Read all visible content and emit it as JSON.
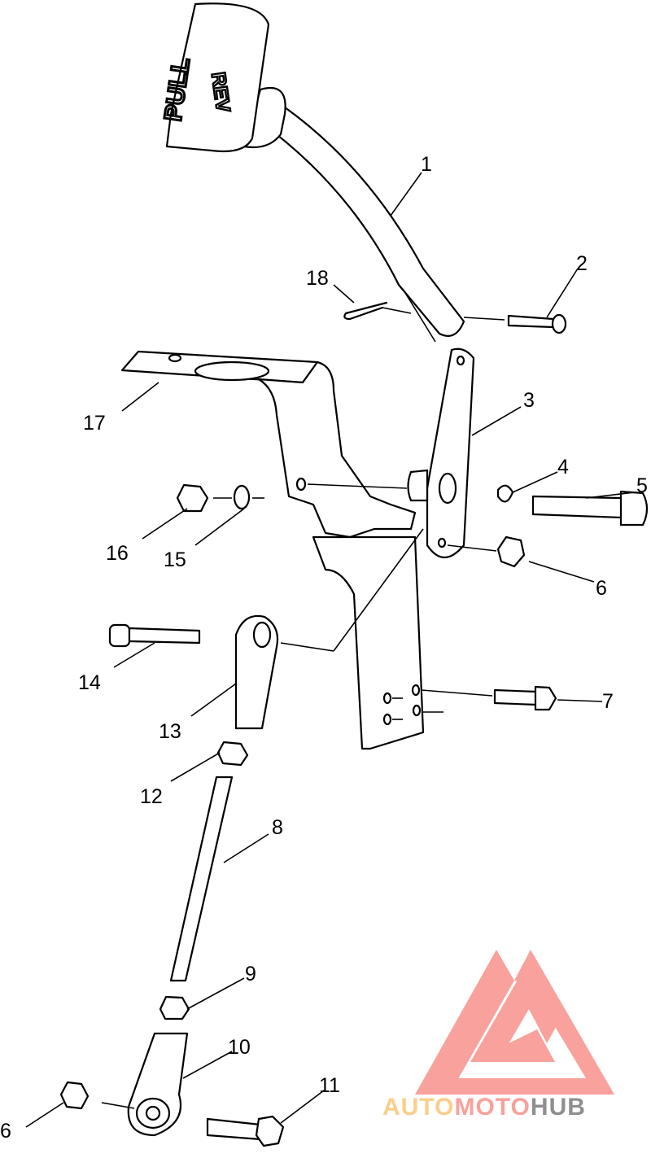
{
  "diagram": {
    "pedal_lettering": {
      "left": "PULL",
      "right": "REV"
    },
    "callouts": {
      "c1": "1",
      "c2": "2",
      "c3": "3",
      "c4": "4",
      "c5": "5",
      "c6a": "6",
      "c6b": "6",
      "c7": "7",
      "c8": "8",
      "c9": "9",
      "c10": "10",
      "c11": "11",
      "c12": "12",
      "c13": "13",
      "c14": "14",
      "c15": "15",
      "c16": "16",
      "c17": "17",
      "c18": "18"
    }
  },
  "watermark": {
    "part1": "AUTO",
    "part2": "MOTO",
    "part3": "HUB",
    "colors": {
      "auto": "#fbcf8a",
      "moto": "#f9a19c",
      "hub": "#8f8f8f",
      "mark": "#f9a19c"
    }
  }
}
